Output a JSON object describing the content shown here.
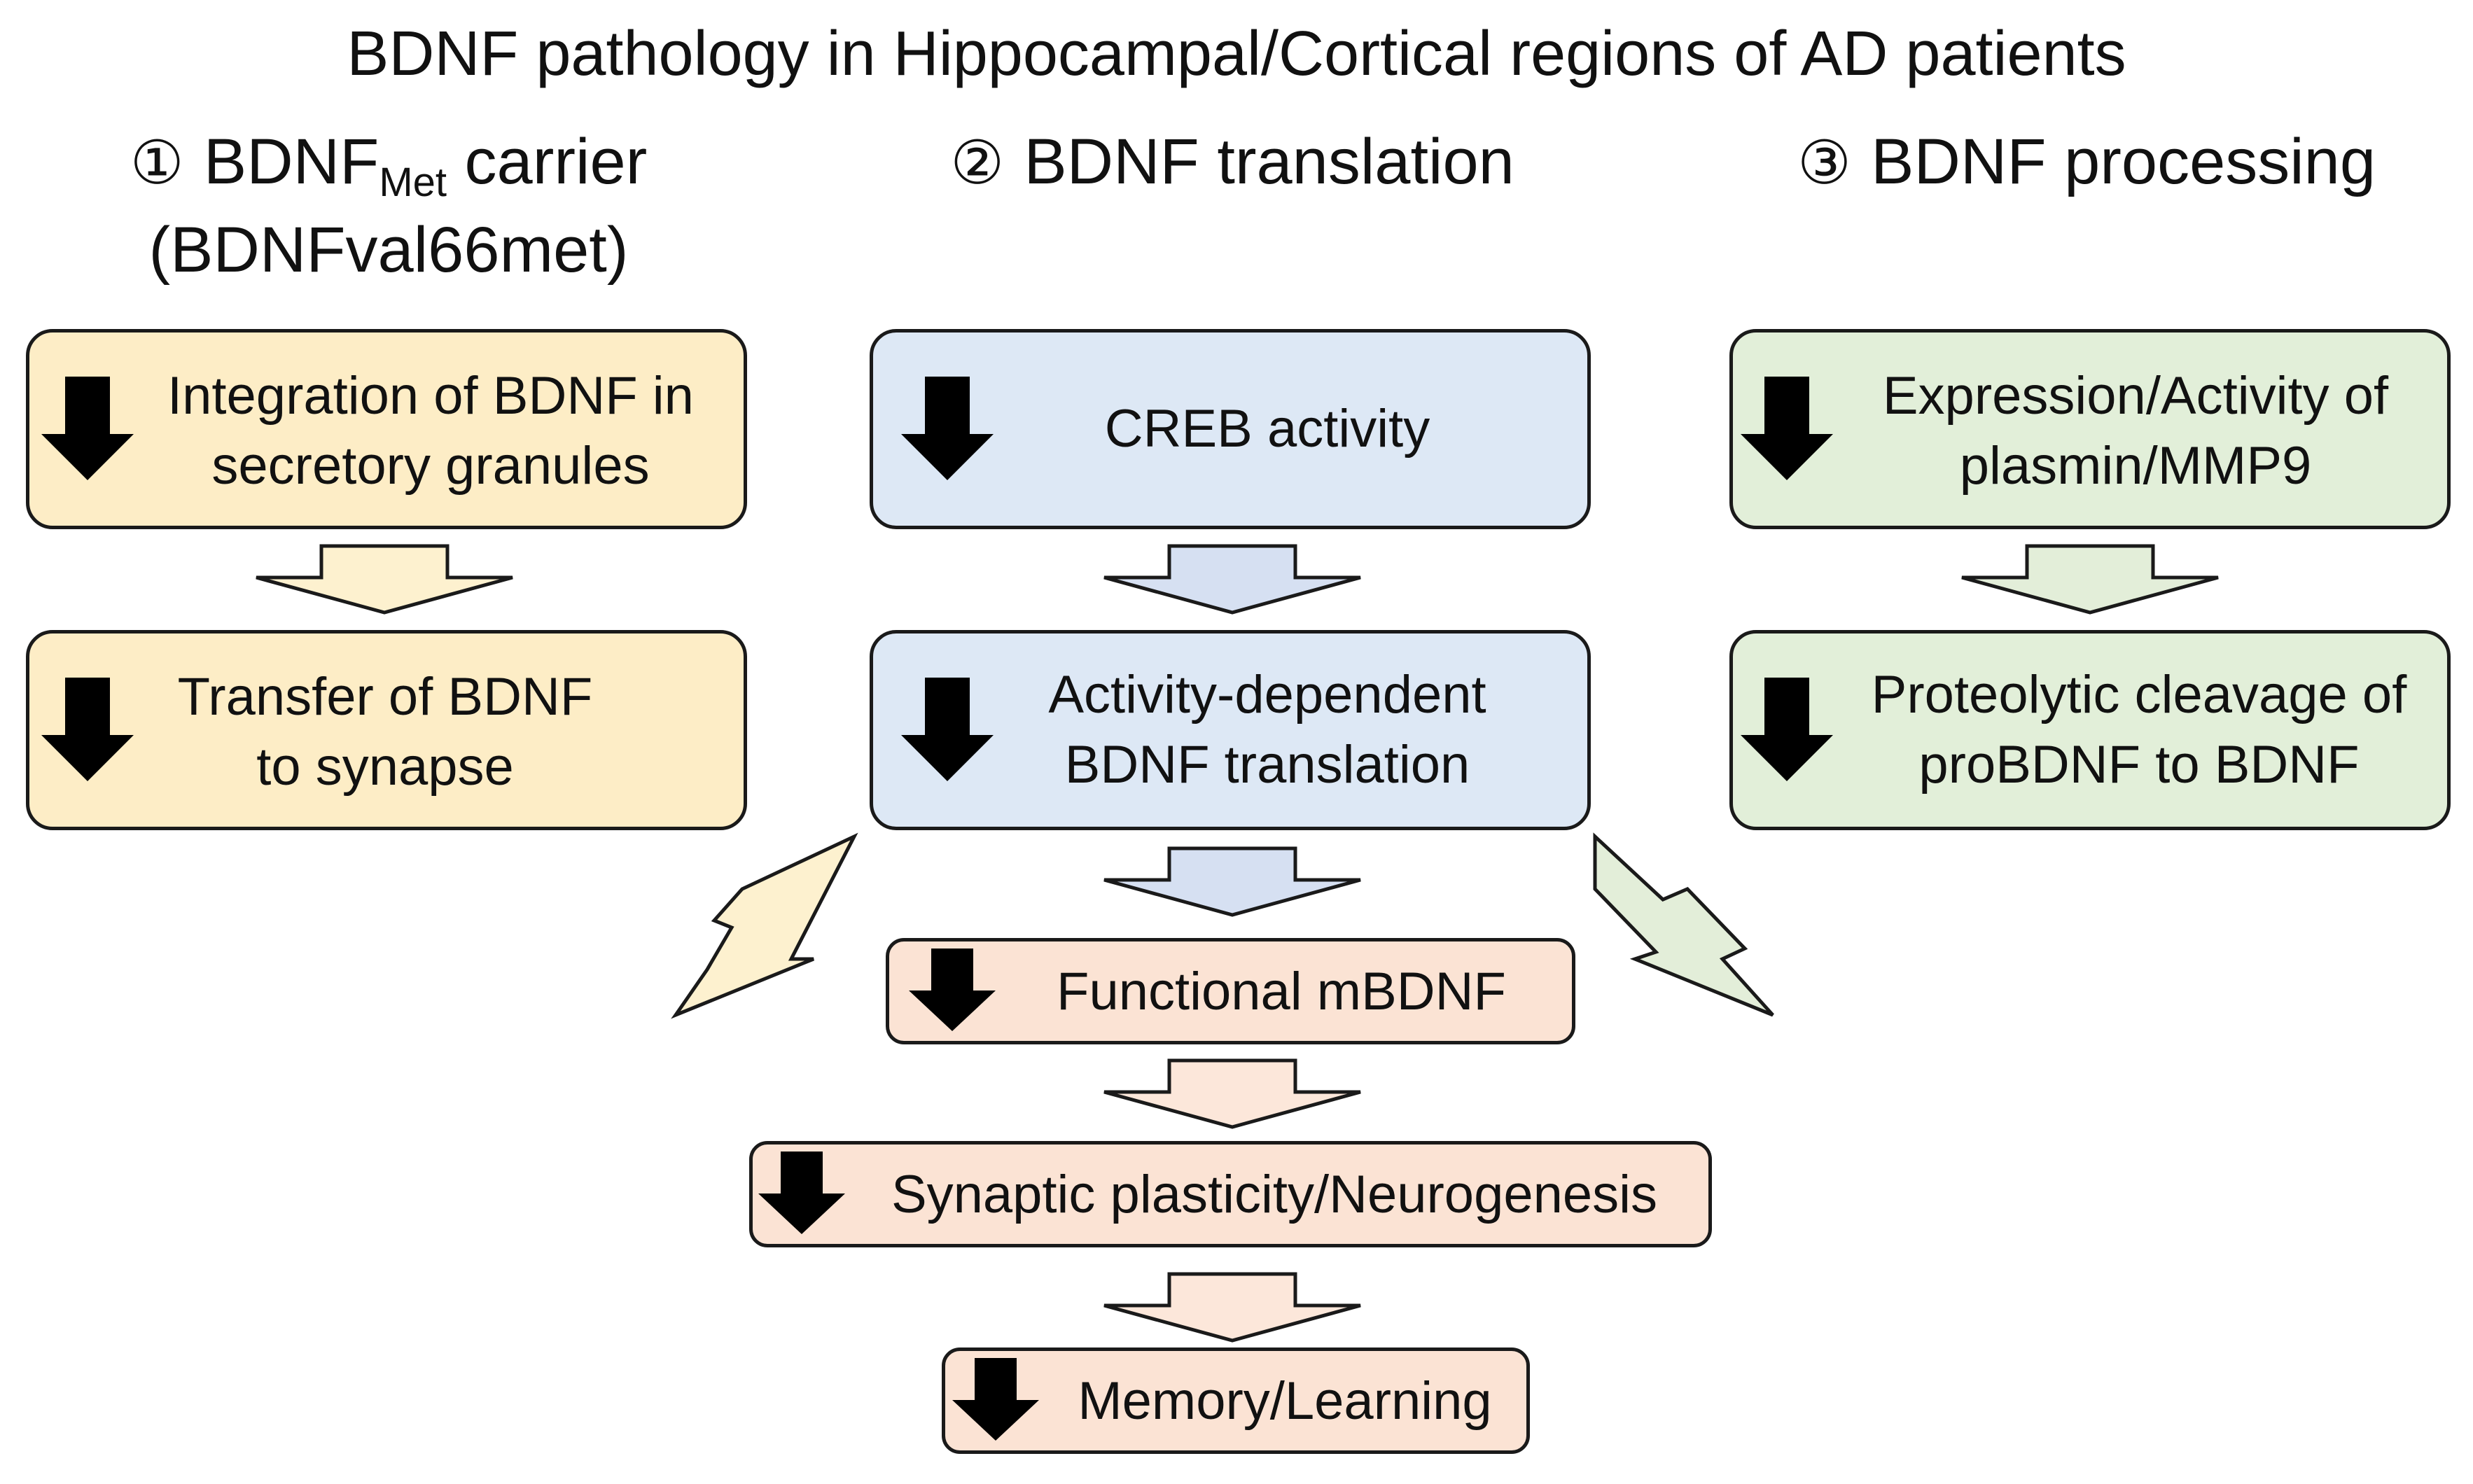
{
  "title": "BDNF pathology in Hippocampal/Cortical regions of AD patients",
  "columns": [
    {
      "number": "①",
      "heading_main": "BDNF",
      "heading_sub": "Met",
      "heading_rest": " carrier",
      "heading_line2": "(BDNFval66met)",
      "boxes": [
        {
          "line1": "Integration of BDNF in",
          "line2": "secretory granules"
        },
        {
          "line1": "Transfer of BDNF",
          "line2": "to synapse"
        }
      ]
    },
    {
      "number": "②",
      "heading": "BDNF translation",
      "boxes": [
        {
          "line1": "CREB activity"
        },
        {
          "line1": "Activity-dependent",
          "line2": "BDNF translation"
        }
      ]
    },
    {
      "number": "③",
      "heading": "BDNF processing",
      "boxes": [
        {
          "line1": "Expression/Activity of",
          "line2": "plasmin/MMP9"
        },
        {
          "line1": "Proteolytic cleavage of",
          "line2": "proBDNF to BDNF"
        }
      ]
    }
  ],
  "outcomes": [
    {
      "label": "Functional mBDNF"
    },
    {
      "label": "Synaptic plasticity/Neurogenesis"
    },
    {
      "label": "Memory/Learning"
    }
  ],
  "icons": {
    "decrease": "down-arrow-icon",
    "flow": "block-arrow-icon",
    "lightning": "lightning-arrow-icon"
  },
  "colors": {
    "yellow": "#fdedc6",
    "blue": "#dde8f5",
    "green": "#e2efd9",
    "peach": "#fbe3d4",
    "yellow_arrow": "#fdf1cf",
    "blue_arrow": "#d6e0f2",
    "green_arrow": "#e3eed9",
    "peach_arrow": "#fce7da"
  }
}
